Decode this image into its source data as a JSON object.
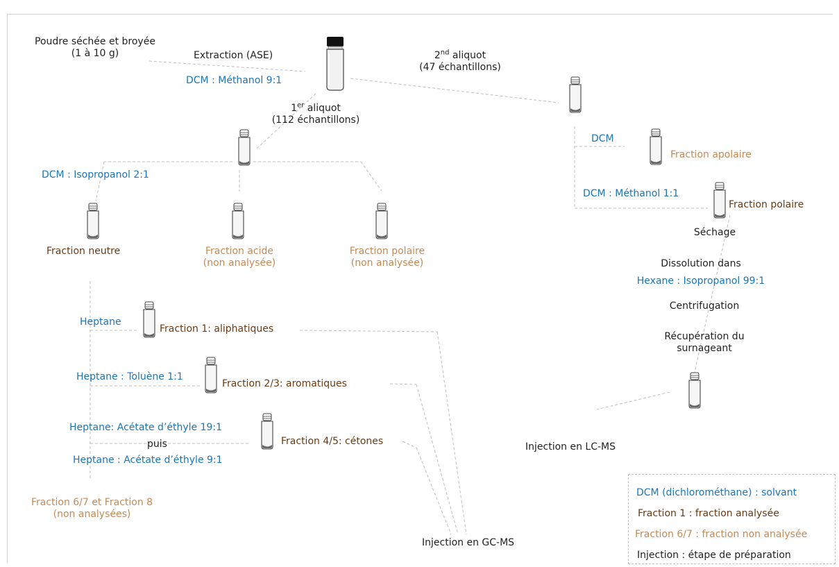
{
  "colors": {
    "solvent": "#1b75bc",
    "analyzed": "#6b3a12",
    "not_analyzed": "#c48a55",
    "step": "#231f20",
    "link": "#bdbdbd"
  },
  "top": {
    "sample_line1": "Poudre séchée et broyée",
    "sample_line2": "(1 à 10 g)",
    "extraction": "Extraction (ASE)",
    "extraction_solvent": "DCM : Méthanol 9:1"
  },
  "aliquot1": {
    "label_prefix": "1",
    "label_sup": "er",
    "label_suffix": " aliquot",
    "count": "(112 échantillons)"
  },
  "aliquot2": {
    "label_prefix": "2",
    "label_sup": "nd",
    "label_suffix": " aliquot",
    "count": "(47 échantillons)"
  },
  "left_branch": {
    "solvent": "DCM : Isopropanol 2:1",
    "neutral": "Fraction neutre",
    "acid_line1": "Fraction acide",
    "acid_line2": "(non analysée)",
    "polar_line1": "Fraction polaire",
    "polar_line2": "(non analysée)",
    "heptane": "Heptane",
    "fraction1": "Fraction 1: aliphatiques",
    "heptane_toluene": "Heptane : Toluène 1:1",
    "fraction23": "Fraction 2/3: aromatiques",
    "heptane_acetate_19": "Heptane: Acétate d’éthyle 19:1",
    "puis": "puis",
    "heptane_acetate_9": "Heptane : Acétate d’éthyle 9:1",
    "fraction45": "Fraction 4/5: cétones",
    "fraction678_line1": "Fraction 6/7 et Fraction 8",
    "fraction678_line2": "(non analysées)",
    "gcms": "Injection en GC-MS"
  },
  "right_branch": {
    "dcm": "DCM",
    "apolar": "Fraction apolaire",
    "dcm_methanol": "DCM : Méthanol 1:1",
    "polar": "Fraction polaire",
    "drying": "Séchage",
    "dissolution": "Dissolution dans",
    "hexane": "Hexane : Isopropanol 99:1",
    "centrifugation": "Centrifugation",
    "recovery_line1": "Récupération du",
    "recovery_line2": "surnageant",
    "lcms": "Injection en LC-MS"
  },
  "legend": {
    "solvent": "DCM (dichlorométhane) : solvant",
    "analyzed": "Fraction 1 : fraction analysée",
    "not_analyzed": "Fraction 6/7 : fraction non analysée",
    "step": "Injection : étape de préparation"
  }
}
